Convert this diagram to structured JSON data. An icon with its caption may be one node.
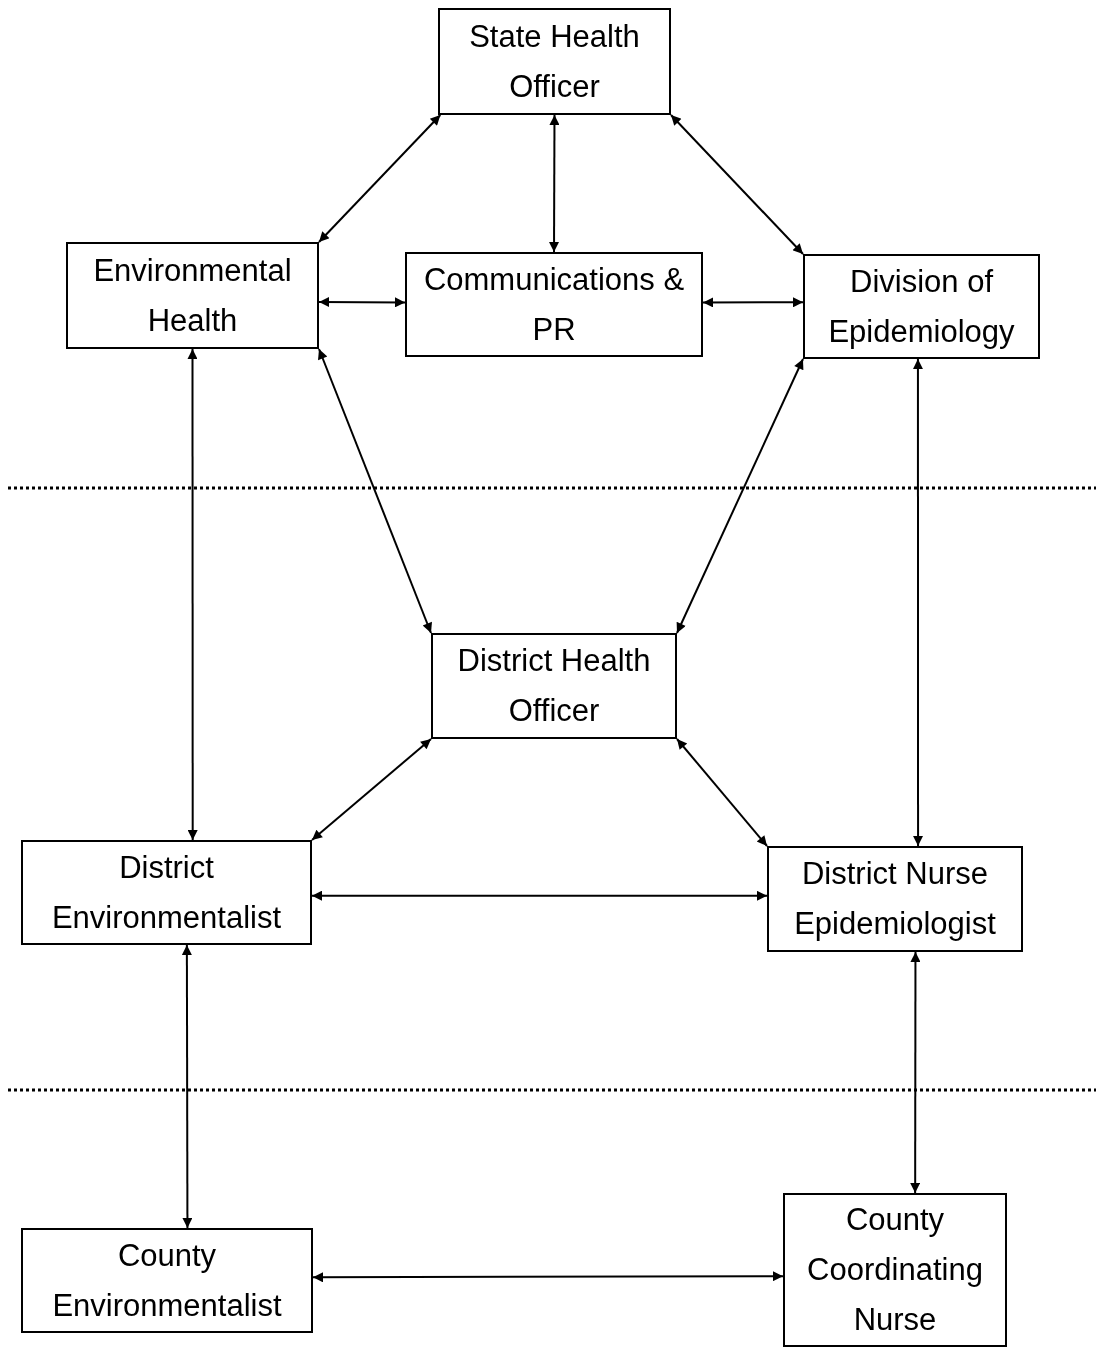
{
  "diagram": {
    "nodes": [
      {
        "text": [
          "State Health Officer"
        ]
      },
      {
        "text": [
          "Environmental Health"
        ]
      },
      {
        "text": [
          "Communications & PR"
        ]
      },
      {
        "text": [
          "Division of Epidemiology"
        ]
      },
      {
        "text": [
          "District Health Officer"
        ]
      },
      {
        "text": [
          "District Environmentalist"
        ]
      },
      {
        "text": [
          "District Nurse Epidemiologist"
        ]
      },
      {
        "text": [
          "County Environmentalist"
        ]
      },
      {
        "text": [
          "County Coordinating Nurse"
        ]
      }
    ],
    "edges": [
      {
        "from": 0,
        "to": 1,
        "arrow": "both"
      },
      {
        "from": 0,
        "to": 2,
        "arrow": "both"
      },
      {
        "from": 0,
        "to": 3,
        "arrow": "both"
      },
      {
        "from": 1,
        "to": 2,
        "arrow": "both"
      },
      {
        "from": 2,
        "to": 3,
        "arrow": "both"
      },
      {
        "from": 1,
        "to": 4,
        "arrow": "both"
      },
      {
        "from": 3,
        "to": 4,
        "arrow": "both"
      },
      {
        "from": 1,
        "to": 5,
        "arrow": "both"
      },
      {
        "from": 3,
        "to": 6,
        "arrow": "both"
      },
      {
        "from": 4,
        "to": 5,
        "arrow": "both"
      },
      {
        "from": 4,
        "to": 6,
        "arrow": "both"
      },
      {
        "from": 5,
        "to": 6,
        "arrow": "both"
      },
      {
        "from": 5,
        "to": 7,
        "arrow": "both"
      },
      {
        "from": 6,
        "to": 8,
        "arrow": "both"
      },
      {
        "from": 7,
        "to": 8,
        "arrow": "both"
      }
    ]
  }
}
